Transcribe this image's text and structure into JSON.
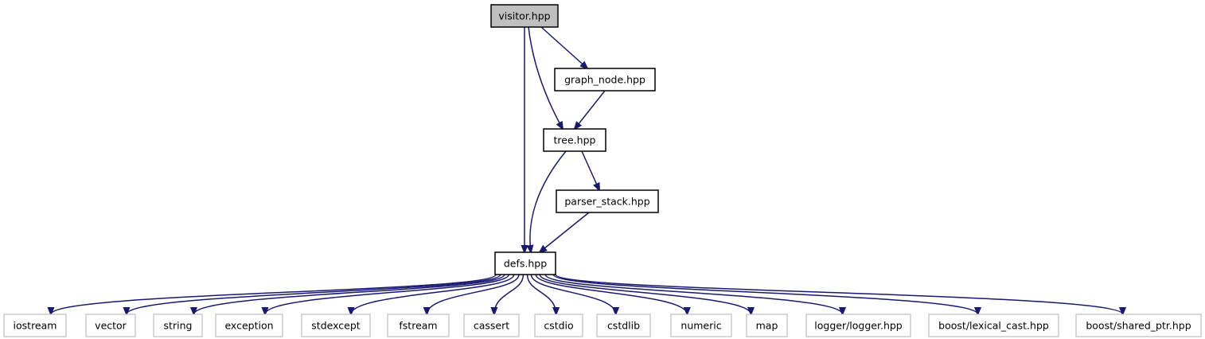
{
  "graph": {
    "nodes": [
      {
        "id": "visitor",
        "label": "visitor.hpp",
        "kind": "root"
      },
      {
        "id": "graph_node",
        "label": "graph_node.hpp",
        "kind": "internal"
      },
      {
        "id": "tree",
        "label": "tree.hpp",
        "kind": "internal"
      },
      {
        "id": "parser_stack",
        "label": "parser_stack.hpp",
        "kind": "internal"
      },
      {
        "id": "defs",
        "label": "defs.hpp",
        "kind": "internal"
      },
      {
        "id": "iostream",
        "label": "iostream",
        "kind": "external"
      },
      {
        "id": "vector",
        "label": "vector",
        "kind": "external"
      },
      {
        "id": "string",
        "label": "string",
        "kind": "external"
      },
      {
        "id": "exception",
        "label": "exception",
        "kind": "external"
      },
      {
        "id": "stdexcept",
        "label": "stdexcept",
        "kind": "external"
      },
      {
        "id": "fstream",
        "label": "fstream",
        "kind": "external"
      },
      {
        "id": "cassert",
        "label": "cassert",
        "kind": "external"
      },
      {
        "id": "cstdio",
        "label": "cstdio",
        "kind": "external"
      },
      {
        "id": "cstdlib",
        "label": "cstdlib",
        "kind": "external"
      },
      {
        "id": "numeric",
        "label": "numeric",
        "kind": "external"
      },
      {
        "id": "map",
        "label": "map",
        "kind": "external"
      },
      {
        "id": "logger",
        "label": "logger/logger.hpp",
        "kind": "external"
      },
      {
        "id": "lexical_cast",
        "label": "boost/lexical_cast.hpp",
        "kind": "external"
      },
      {
        "id": "shared_ptr",
        "label": "boost/shared_ptr.hpp",
        "kind": "external"
      }
    ],
    "edges": [
      {
        "from": "visitor",
        "to": "graph_node"
      },
      {
        "from": "visitor",
        "to": "tree"
      },
      {
        "from": "visitor",
        "to": "defs"
      },
      {
        "from": "graph_node",
        "to": "tree"
      },
      {
        "from": "tree",
        "to": "parser_stack"
      },
      {
        "from": "tree",
        "to": "defs"
      },
      {
        "from": "parser_stack",
        "to": "defs"
      },
      {
        "from": "defs",
        "to": "iostream"
      },
      {
        "from": "defs",
        "to": "vector"
      },
      {
        "from": "defs",
        "to": "string"
      },
      {
        "from": "defs",
        "to": "exception"
      },
      {
        "from": "defs",
        "to": "stdexcept"
      },
      {
        "from": "defs",
        "to": "fstream"
      },
      {
        "from": "defs",
        "to": "cassert"
      },
      {
        "from": "defs",
        "to": "cstdio"
      },
      {
        "from": "defs",
        "to": "cstdlib"
      },
      {
        "from": "defs",
        "to": "numeric"
      },
      {
        "from": "defs",
        "to": "map"
      },
      {
        "from": "defs",
        "to": "logger"
      },
      {
        "from": "defs",
        "to": "lexical_cast"
      },
      {
        "from": "defs",
        "to": "shared_ptr"
      }
    ]
  },
  "colors": {
    "edge": "#191970",
    "root_fill": "#bfbfbf",
    "internal_border": "#000000",
    "external_border": "#bfbfbf",
    "background": "#ffffff"
  }
}
